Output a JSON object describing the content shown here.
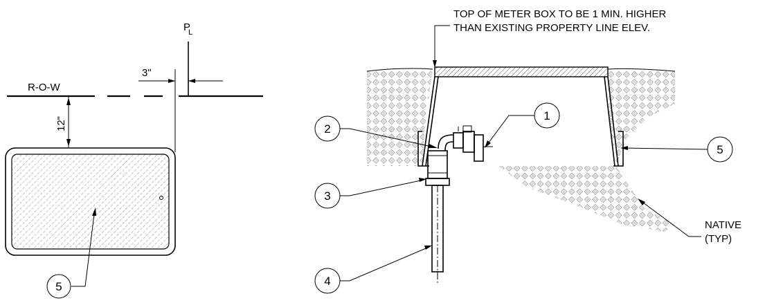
{
  "plan_view": {
    "pl_symbol": "P",
    "pl_sub": "L",
    "row_label": "R-O-W",
    "dim_3": "3\"",
    "dim_12": "12\"",
    "callout_5": "5"
  },
  "section_view": {
    "top_note_line1": "TOP OF METER BOX TO BE 1 MIN. HIGHER",
    "top_note_line2": "THAN  EXISTING PROPERTY LINE ELEV.",
    "native_line1": "NATIVE",
    "native_line2": "(TYP)",
    "callout_1": "1",
    "callout_2": "2",
    "callout_3": "3",
    "callout_4": "4",
    "callout_5": "5"
  }
}
